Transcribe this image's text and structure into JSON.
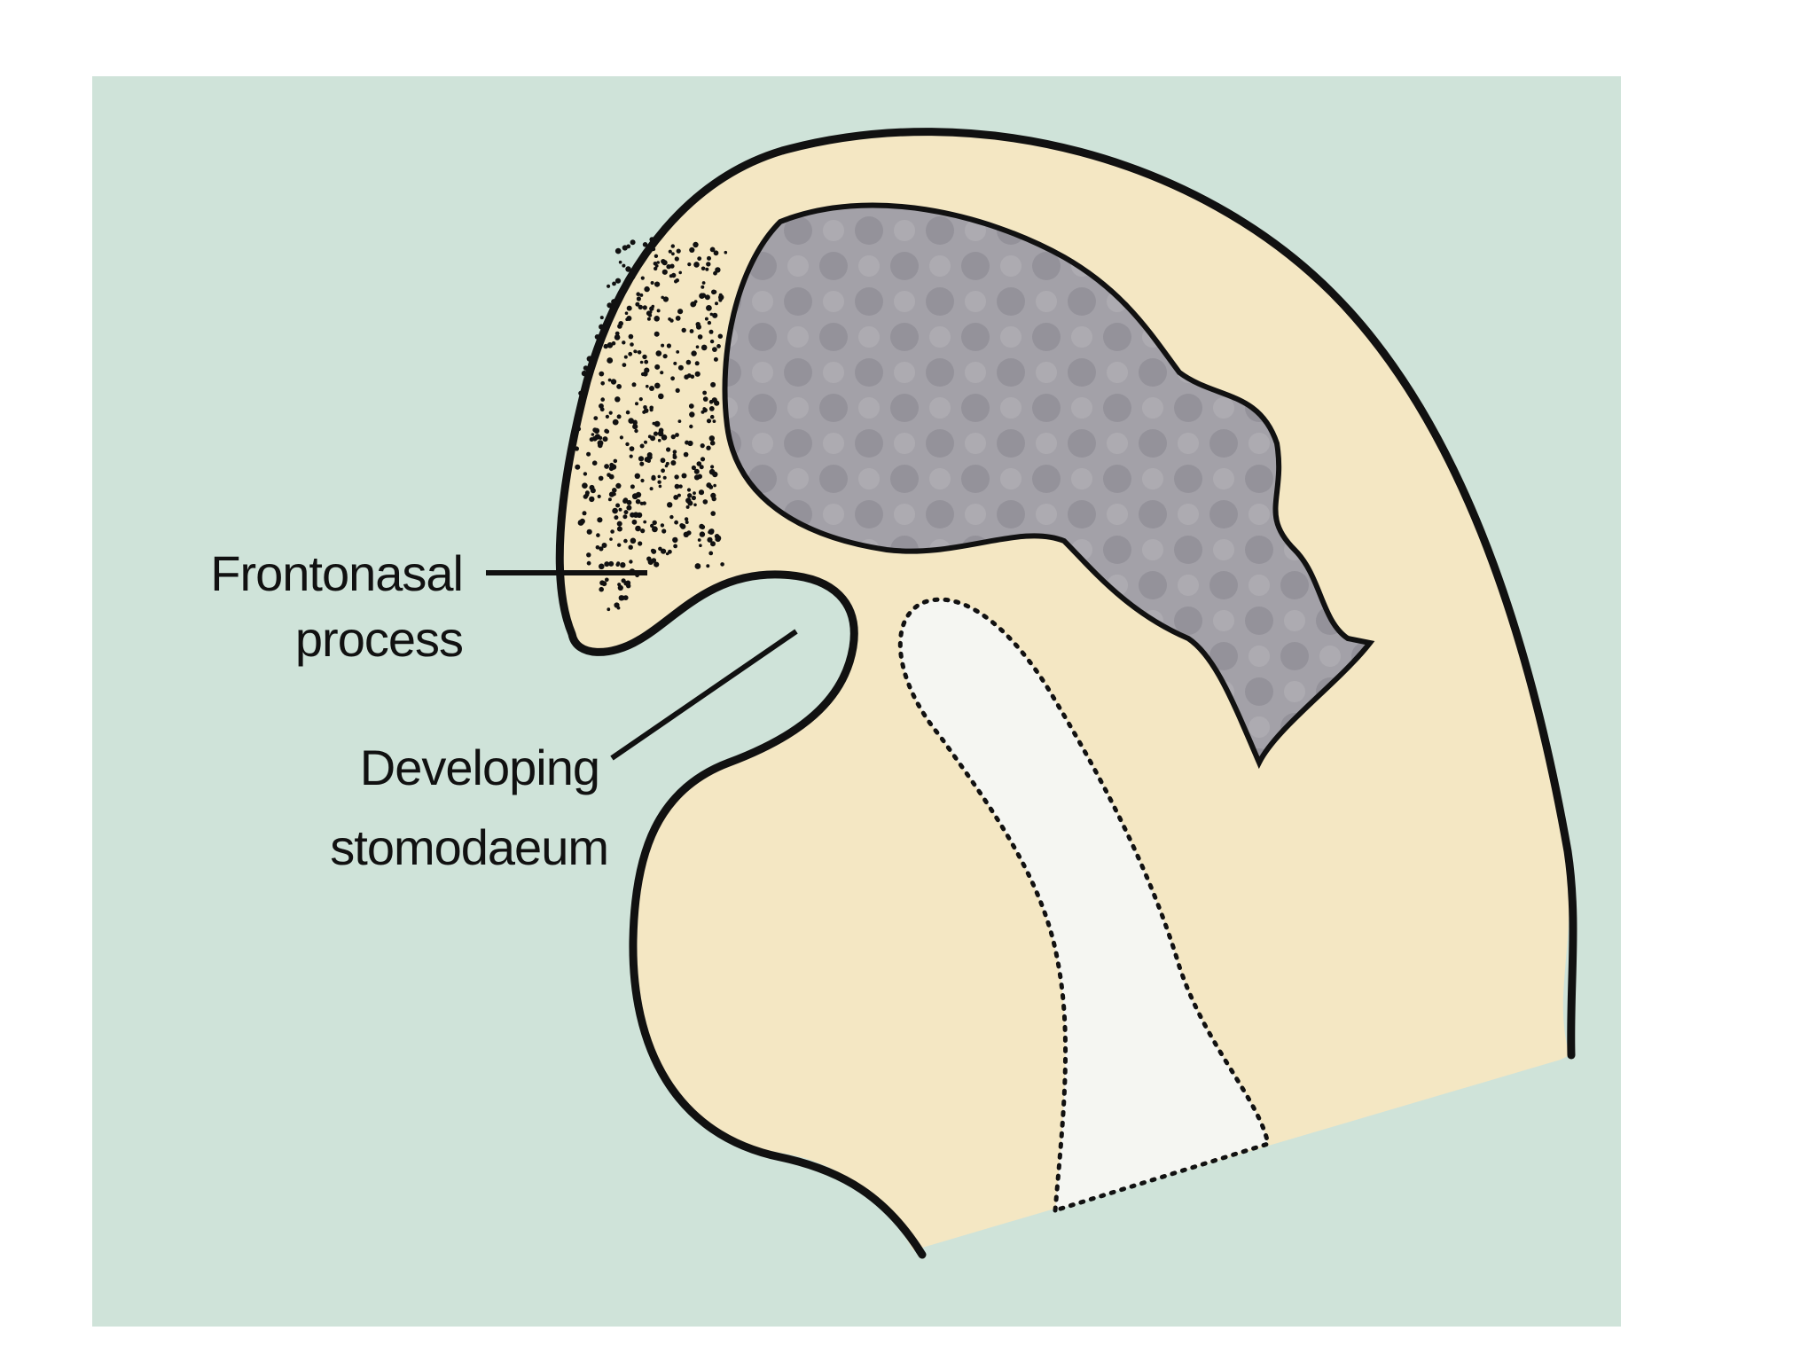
{
  "labels": {
    "frontonasal_line1": "Frontonasal",
    "frontonasal_line2": "process",
    "stomodaeum_line1": "Developing",
    "stomodaeum_line2": "stomodaeum"
  },
  "colors": {
    "page_background": "#ffffff",
    "panel_background": "#cfe3d9",
    "embryo_fill": "#f4e7c3",
    "brain_fill": "#9e9ca3",
    "notochord_fill": "#f5f6f2",
    "outline": "#111111"
  }
}
